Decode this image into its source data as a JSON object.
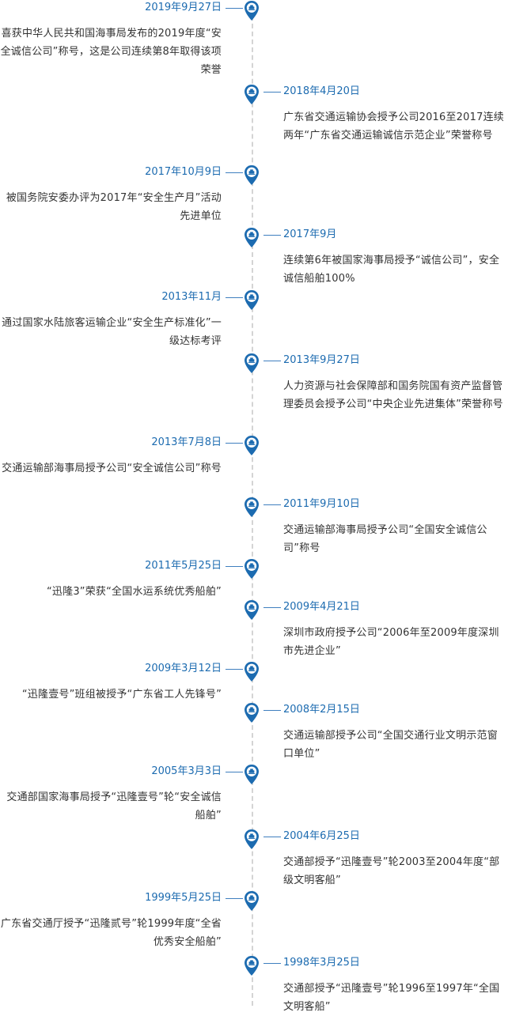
{
  "colors": {
    "accent": "#1c6bb0",
    "text": "#333333",
    "axis": "#d4d4d4"
  },
  "timeline": {
    "events": [
      {
        "side": "left",
        "icon": "ship-pin-icon",
        "date": "2019年9月27日",
        "text": "喜获中华人民共和国海事局发布的2019年度“安全诚信公司”称号，这是公司连续第8年取得该项荣誉"
      },
      {
        "side": "right",
        "icon": "ship-pin-icon",
        "date": "2018年4月20日",
        "text": "广东省交通运输协会授予公司2016至2017连续两年“广东省交通运输诚信示范企业”荣誉称号"
      },
      {
        "side": "left",
        "icon": "ship-pin-icon",
        "date": "2017年10月9日",
        "text": "被国务院安委办评为2017年“安全生产月”活动先进单位"
      },
      {
        "side": "right",
        "icon": "ship-pin-icon",
        "date": "2017年9月",
        "text": "连续第6年被国家海事局授予“诚信公司”，安全诚信船舶100%"
      },
      {
        "side": "left",
        "icon": "ship-pin-icon",
        "date": "2013年11月",
        "text": "通过国家水陆旅客运输企业“安全生产标准化”一级达标考评"
      },
      {
        "side": "right",
        "icon": "ship-pin-icon",
        "date": "2013年9月27日",
        "text": "人力资源与社会保障部和国务院国有资产监督管理委员会授予公司“中央企业先进集体”荣誉称号"
      },
      {
        "side": "left",
        "icon": "ship-pin-icon",
        "date": "2013年7月8日",
        "text": "交通运输部海事局授予公司“安全诚信公司”称号"
      },
      {
        "side": "right",
        "icon": "ship-pin-icon",
        "date": "2011年9月10日",
        "text": "交通运输部海事局授予公司“全国安全诚信公司”称号"
      },
      {
        "side": "left",
        "icon": "ship-pin-icon",
        "date": "2011年5月25日",
        "text": "“迅隆3”荣获“全国水运系统优秀船舶”"
      },
      {
        "side": "right",
        "icon": "ship-pin-icon",
        "date": "2009年4月21日",
        "text": "深圳市政府授予公司“2006年至2009年度深圳市先进企业”"
      },
      {
        "side": "left",
        "icon": "ship-pin-icon",
        "date": "2009年3月12日",
        "text": "“迅隆壹号”班组被授予“广东省工人先锋号”"
      },
      {
        "side": "right",
        "icon": "ship-pin-icon",
        "date": "2008年2月15日",
        "text": "交通运输部授予公司“全国交通行业文明示范窗口单位”"
      },
      {
        "side": "left",
        "icon": "ship-pin-icon",
        "date": "2005年3月3日",
        "text": "交通部国家海事局授予“迅隆壹号”轮“安全诚信船舶”"
      },
      {
        "side": "right",
        "icon": "ship-pin-icon",
        "date": "2004年6月25日",
        "text": "交通部授予“迅隆壹号”轮2003至2004年度“部级文明客船”"
      },
      {
        "side": "left",
        "icon": "ship-pin-icon",
        "date": "1999年5月25日",
        "text": "广东省交通厅授予“迅隆贰号”轮1999年度“全省优秀安全船舶”"
      },
      {
        "side": "right",
        "icon": "ship-pin-icon",
        "date": "1998年3月25日",
        "text": "交通部授予“迅隆壹号”轮1996至1997年“全国文明客船”"
      }
    ]
  }
}
